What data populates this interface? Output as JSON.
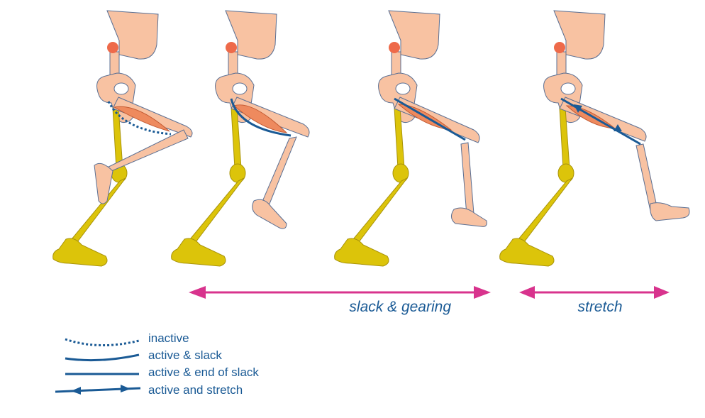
{
  "colors": {
    "skin": "#f8c2a2",
    "bone_outline": "#5a6f93",
    "yellow_bone": "#dcc40a",
    "yellow_outline": "#a8930a",
    "muscle": "#ee8a5e",
    "muscle_outline": "#c35a32",
    "joint": "#ee6a4a",
    "tendon": "#1a5a95",
    "arrow": "#d8338d",
    "text": "#1a5a95"
  },
  "phases": [
    {
      "label": "slack & gearing"
    },
    {
      "label": "stretch"
    }
  ],
  "legend": [
    {
      "label": "inactive",
      "style": "dotted"
    },
    {
      "label": "active & slack",
      "style": "curved"
    },
    {
      "label": "active & end of slack",
      "style": "straight"
    },
    {
      "label": "active and stretch",
      "style": "double-arrow"
    }
  ]
}
